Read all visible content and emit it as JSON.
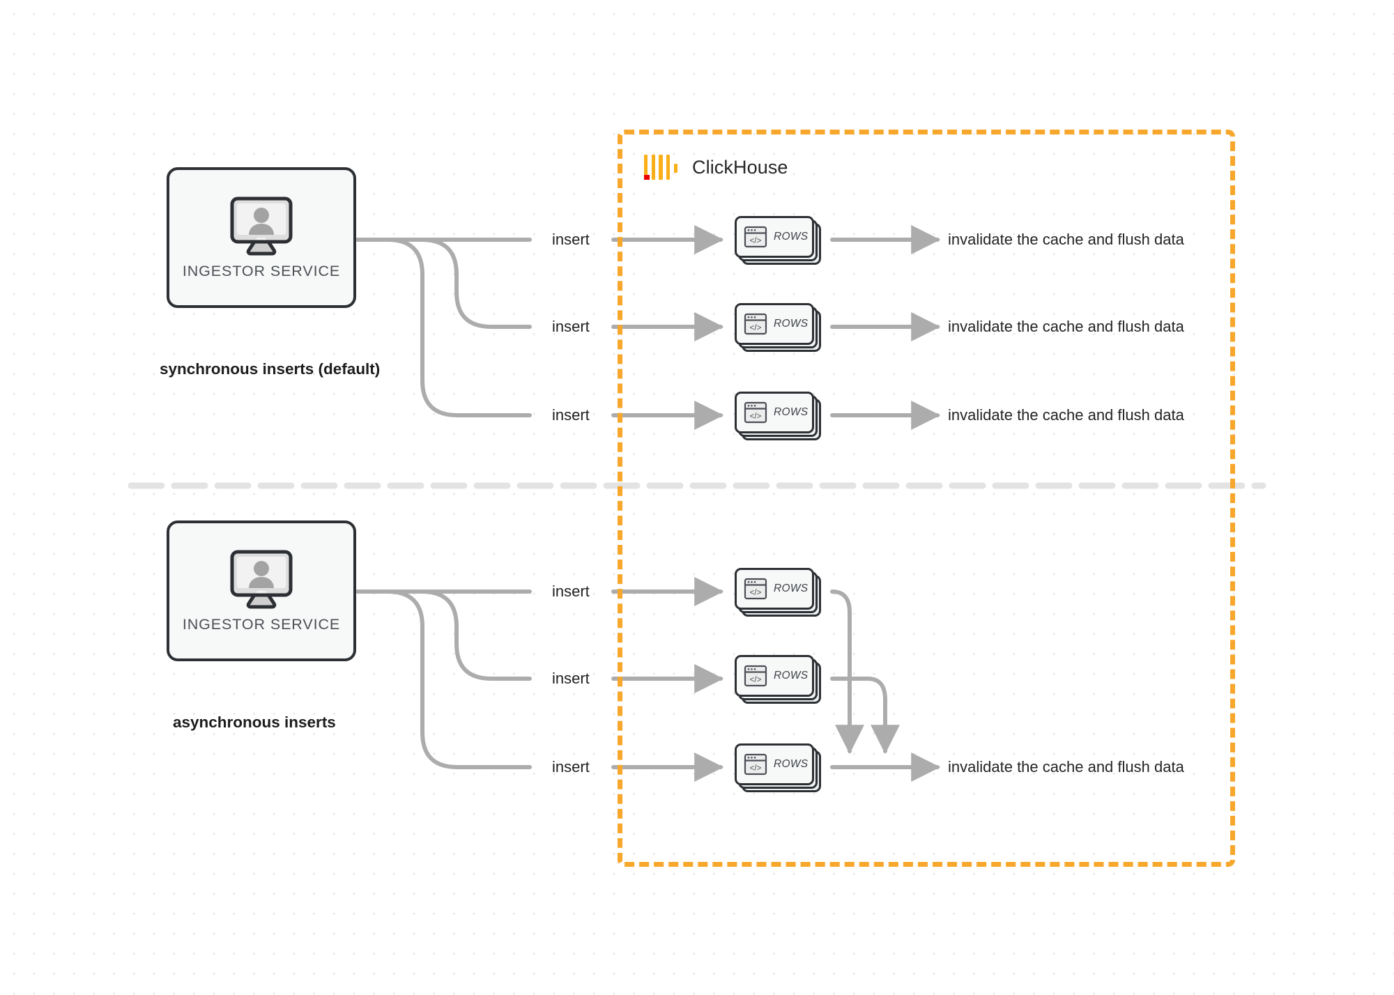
{
  "diagram": {
    "title": "ClickHouse synchronous vs asynchronous inserts",
    "background": "#ffffff",
    "dot_grid_color": "#e9e9e9"
  },
  "clickhouse_boundary": {
    "label": "ClickHouse",
    "logo_name": "clickhouse-logo",
    "border_color": "#F7A72B",
    "border_style": "dashed"
  },
  "sections": [
    {
      "id": "synchronous",
      "caption": "synchronous inserts (default)",
      "service": {
        "label": "INGESTOR SERVICE",
        "icon": "monitor-user-icon"
      },
      "branches": [
        {
          "insert_label": "insert",
          "rows_label": "ROWS",
          "result_label": "invalidate the cache and flush data"
        },
        {
          "insert_label": "insert",
          "rows_label": "ROWS",
          "result_label": "invalidate the cache and flush data"
        },
        {
          "insert_label": "insert",
          "rows_label": "ROWS",
          "result_label": "invalidate the cache and flush data"
        }
      ]
    },
    {
      "id": "asynchronous",
      "caption": "asynchronous inserts",
      "service": {
        "label": "INGESTOR SERVICE",
        "icon": "monitor-user-icon"
      },
      "branches": [
        {
          "insert_label": "insert",
          "rows_label": "ROWS"
        },
        {
          "insert_label": "insert",
          "rows_label": "ROWS"
        },
        {
          "insert_label": "insert",
          "rows_label": "ROWS"
        }
      ],
      "merged_result_label": "invalidate the cache and flush data"
    }
  ],
  "colors": {
    "accent_orange": "#F7A72B",
    "logo_yellow": "#FAAF18",
    "logo_red": "#ED0000",
    "node_stroke": "#2C2F33",
    "node_fill": "#F7F8F8",
    "wire": "#ACACAC",
    "divider": "#E3E3E3"
  }
}
